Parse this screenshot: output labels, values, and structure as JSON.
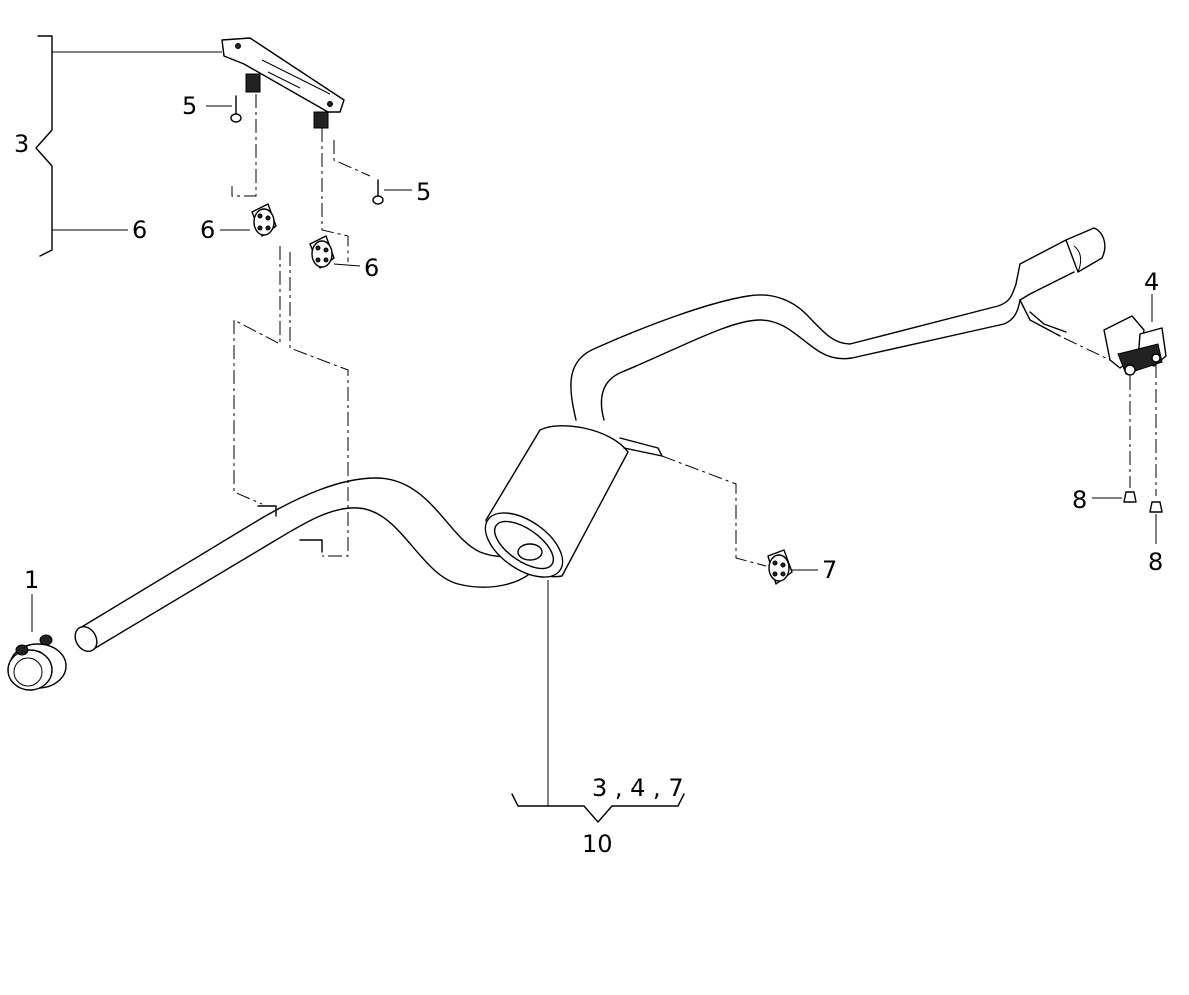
{
  "callouts": {
    "c1": "1",
    "c3": "3",
    "c4": "4",
    "c5a": "5",
    "c5b": "5",
    "c6a": "6",
    "c6b": "6",
    "c6c": "6",
    "c7": "7",
    "c8a": "8",
    "c8b": "8",
    "c347": "3 , 4 , 7",
    "c10": "10"
  }
}
